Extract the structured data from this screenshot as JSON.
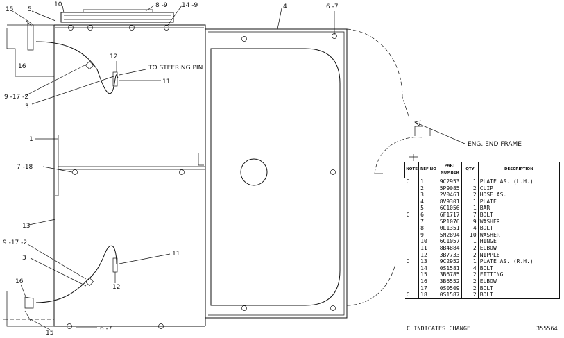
{
  "callouts": {
    "c1": "1",
    "c3a": "3",
    "c3b": "3",
    "c4": "4",
    "c5": "5",
    "c67a": "6 -7",
    "c67b": "6 -7",
    "c718": "7 -18",
    "c89": "8 -9",
    "c9172a": "9 -17 -2",
    "c9172b": "9 -17 -2",
    "c10": "10",
    "c11a": "11",
    "c11b": "11",
    "c12a": "12",
    "c12b": "12",
    "c13": "13",
    "c149": "14 -9",
    "c15a": "15",
    "c15b": "15",
    "c16a": "16",
    "c16b": "16"
  },
  "notes": {
    "steering": "TO STEERING PIN",
    "frame": "ENG. END FRAME"
  },
  "table": {
    "headers": {
      "note": "NOTE",
      "ref": "REF NO",
      "part": "PART NUMBER",
      "qty": "QTY",
      "desc": "DESCRIPTION"
    },
    "rows": [
      {
        "note": "C",
        "ref": "1",
        "part": "9C2953",
        "qty": "1",
        "desc": "PLATE AS. (L.H.)"
      },
      {
        "note": "",
        "ref": "2",
        "part": "5P9085",
        "qty": "2",
        "desc": "CLIP"
      },
      {
        "note": "",
        "ref": "3",
        "part": "2V0461",
        "qty": "2",
        "desc": "HOSE AS."
      },
      {
        "note": "",
        "ref": "4",
        "part": "8V9301",
        "qty": "1",
        "desc": "PLATE"
      },
      {
        "note": "",
        "ref": "5",
        "part": "6C1056",
        "qty": "1",
        "desc": "BAR"
      },
      {
        "note": "C",
        "ref": "6",
        "part": "6F1717",
        "qty": "7",
        "desc": "BOLT"
      },
      {
        "note": "",
        "ref": "7",
        "part": "5P1076",
        "qty": "9",
        "desc": "WASHER"
      },
      {
        "note": "",
        "ref": "8",
        "part": "0L1351",
        "qty": "4",
        "desc": "BOLT"
      },
      {
        "note": "",
        "ref": "9",
        "part": "5M2894",
        "qty": "10",
        "desc": "WASHER"
      },
      {
        "note": "",
        "ref": "10",
        "part": "6C1057",
        "qty": "1",
        "desc": "HINGE"
      },
      {
        "note": "",
        "ref": "11",
        "part": "8B4884",
        "qty": "2",
        "desc": "ELBOW"
      },
      {
        "note": "",
        "ref": "12",
        "part": "3B7733",
        "qty": "2",
        "desc": "NIPPLE"
      },
      {
        "note": "C",
        "ref": "13",
        "part": "9C2952",
        "qty": "1",
        "desc": "PLATE AS. (R.H.)"
      },
      {
        "note": "",
        "ref": "14",
        "part": "0S1581",
        "qty": "4",
        "desc": "BOLT"
      },
      {
        "note": "",
        "ref": "15",
        "part": "3B6785",
        "qty": "2",
        "desc": "FITTING"
      },
      {
        "note": "",
        "ref": "16",
        "part": "3B6552",
        "qty": "2",
        "desc": "ELBOW"
      },
      {
        "note": "",
        "ref": "17",
        "part": "0S0509",
        "qty": "2",
        "desc": "BOLT"
      },
      {
        "note": "C",
        "ref": "18",
        "part": "0S1587",
        "qty": "2",
        "desc": "BOLT"
      }
    ]
  },
  "legend": "C  INDICATES CHANGE",
  "figure_number": "355564"
}
